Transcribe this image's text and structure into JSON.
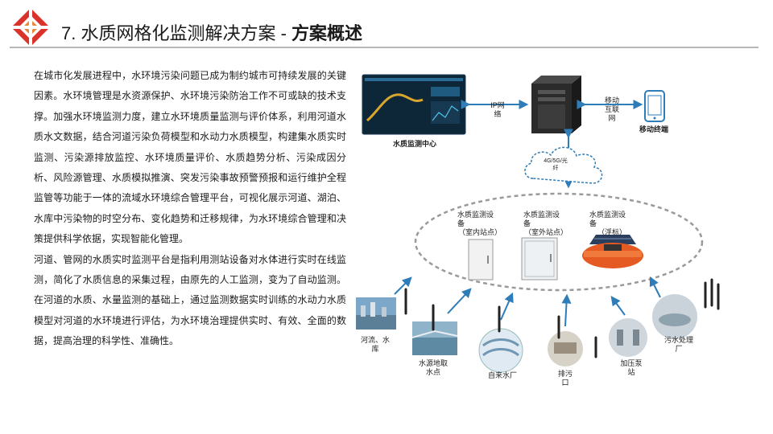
{
  "header": {
    "title_prefix": "7. 水质网格化监测解决方案 - ",
    "title_bold": "方案概述"
  },
  "body": {
    "paragraph1": "在城市化发展进程中，水环境污染问题已成为制约城市可持续发展的关键因素。水环境管理是水资源保护、水环境污染防治工作不可或缺的技术支撑。加强水环境监测力度，建立水环境质量监测与评价体系，利用河道水质水文数据，结合河道污染负荷模型和水动力水质模型，构建集水质实时监测、污染源排放监控、水环境质量评价、水质趋势分析、污染成因分析、风险源管理、水质模拟推演、突发污染事故预警预报和运行维护全程监管等功能于一体的流域水环境综合管理平台，可视化展示河道、湖泊、水库中污染物的时空分布、变化趋势和迁移规律，为水环境综合管理和决策提供科学依据，实现智能化管理。",
    "paragraph2": "河道、管网的水质实时监测平台是指利用测站设备对水体进行实时在线监测，简化了水质信息的采集过程，由原先的人工监测，变为了自动监测。在河道的水质、水量监测的基础上，通过监测数据实时训练的水动力水质模型对河道的水环境进行评估，为水环境治理提供实时、有效、全面的数据，提高治理的科学性、准确性。"
  },
  "diagram": {
    "center_label": "水质监测中心",
    "ip_label": "IP网\n络",
    "mobile_net_label": "移动\n互联\n网",
    "mobile_terminal_label": "移动终端",
    "cloud_label": "4G/5G/光\n纤",
    "devices": [
      {
        "label": "水质监测设\n备",
        "sub": "（室内站点）"
      },
      {
        "label": "水质监测设\n备",
        "sub": "（室外站点）"
      },
      {
        "label": "水质监测设\n备",
        "sub": "（浮标）"
      }
    ],
    "sites": [
      {
        "label": "河流、水\n库"
      },
      {
        "label": "水源地取\n水点"
      },
      {
        "label": "自来水厂"
      },
      {
        "label": "排污\n口"
      },
      {
        "label": "加压泵\n站"
      },
      {
        "label": "污水处理\n厂"
      }
    ]
  },
  "colors": {
    "logo_red": "#d9332b",
    "logo_orange": "#e8893a",
    "arrow_blue": "#2e7cb8",
    "ellipse_gray": "#9a9a9a"
  }
}
